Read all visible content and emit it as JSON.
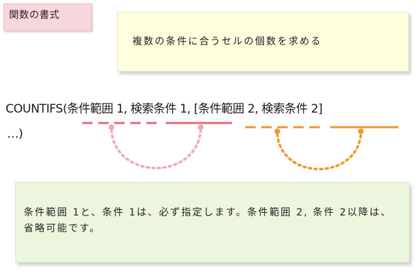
{
  "header": {
    "label": "関数の書式"
  },
  "description": {
    "text": "複数の条件に合うセルの個数を求める"
  },
  "syntax": {
    "line1": "COUNTIFS(条件範囲 1, 検索条件 1, [条件範囲 2, 検索条件 2]",
    "line2": "…)"
  },
  "note": {
    "text": "条件範囲 1と、条件 1は、必ず指定します。条件範囲 2, 条件 2以降は、省略可能です。"
  },
  "colors": {
    "pair1": "#e8697a",
    "pair1_dots": "#f0a8b4",
    "pair2": "#f3962a",
    "header_bg": "#f8d7dc",
    "description_bg": "#ffffde",
    "note_bg": "#ecf6de"
  }
}
